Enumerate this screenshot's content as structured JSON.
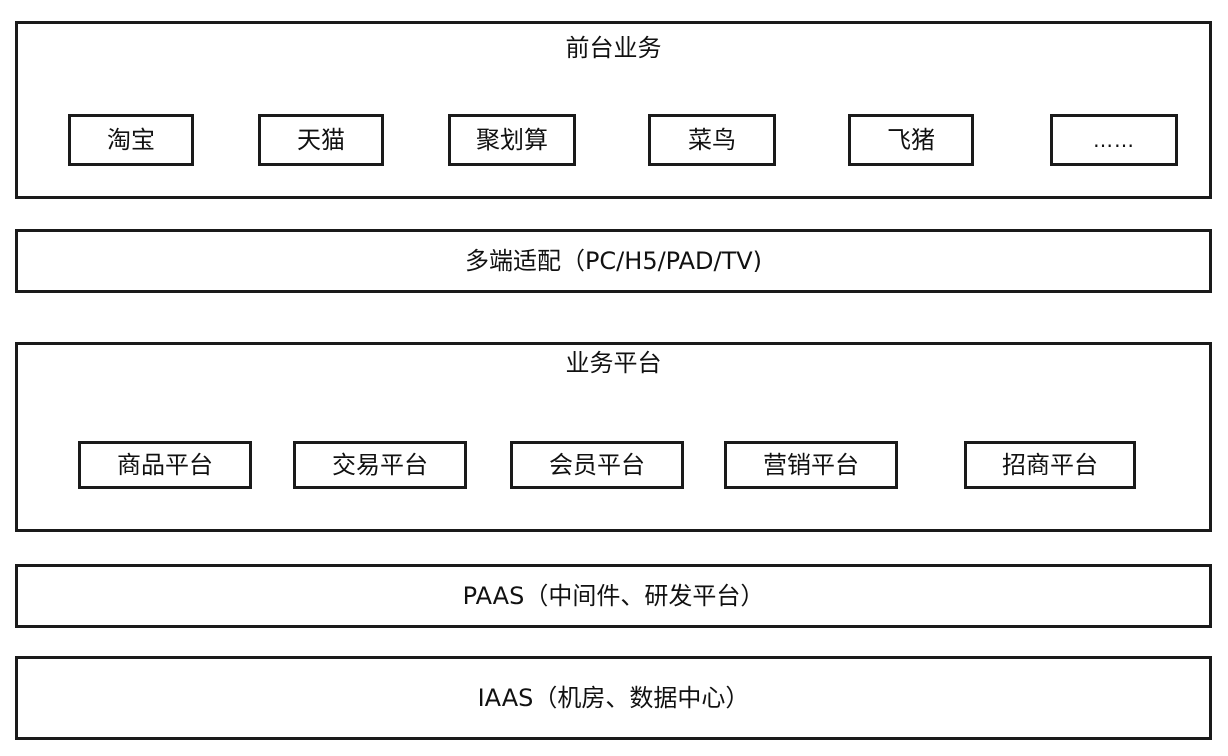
{
  "layers": {
    "frontend": {
      "title": "前台业务",
      "items": [
        "淘宝",
        "天猫",
        "聚划算",
        "菜鸟",
        "飞猪",
        "……"
      ]
    },
    "adapter": {
      "label": "多端适配（PC/H5/PAD/TV)"
    },
    "business_platform": {
      "title": "业务平台",
      "items": [
        "商品平台",
        "交易平台",
        "会员平台",
        "营销平台",
        "招商平台"
      ]
    },
    "paas": {
      "label": "PAAS（中间件、研发平台）"
    },
    "iaas": {
      "label": "IAAS（机房、数据中心）"
    }
  },
  "colors": {
    "border": "#1a1a1a",
    "text": "#111111",
    "background": "#ffffff"
  }
}
